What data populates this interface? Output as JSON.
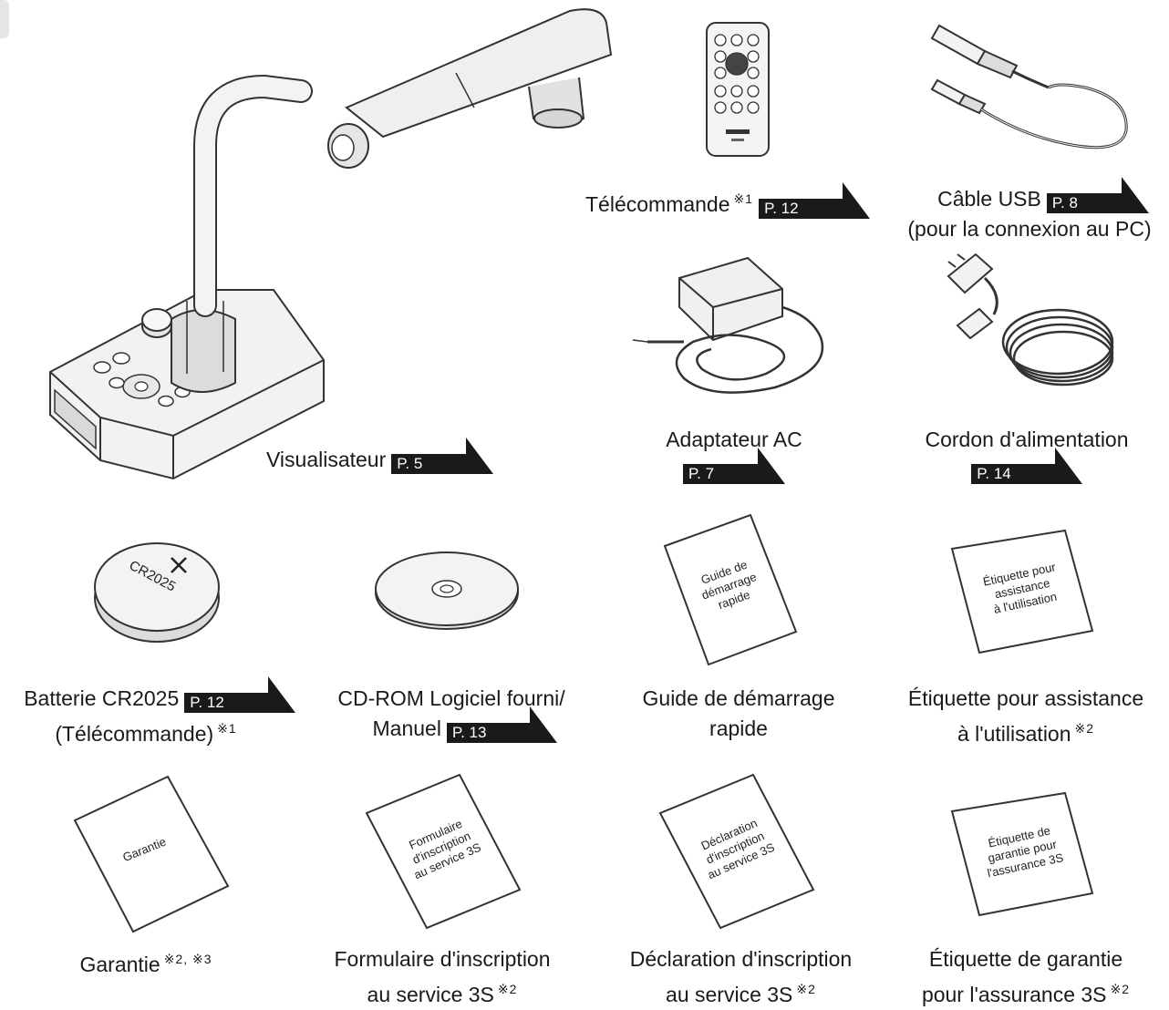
{
  "items": {
    "remote": {
      "label": "Télécommande",
      "mark": "※1",
      "ref": "P. 12"
    },
    "usb": {
      "label": "Câble USB",
      "ref": "P. 8",
      "sub": "(pour la connexion au PC)"
    },
    "visualizer": {
      "label": "Visualisateur",
      "ref": "P. 5"
    },
    "ac_adapter": {
      "label": "Adaptateur AC",
      "ref": "P. 7"
    },
    "power_cord": {
      "label": "Cordon d'alimentation",
      "ref": "P. 14"
    },
    "battery": {
      "label": "Batterie CR2025",
      "ref": "P. 12",
      "sub": "(Télécommande)",
      "mark": "※1",
      "print": "CR2025"
    },
    "cdrom": {
      "label": "CD-ROM Logiciel fourni/",
      "label2": "Manuel",
      "ref": "P. 13"
    },
    "quick_guide": {
      "label": "Guide de démarrage",
      "label2": "rapide",
      "doc": [
        "Guide de",
        "démarrage",
        "rapide"
      ]
    },
    "support_label": {
      "label": "Étiquette pour assistance",
      "label2": "à l'utilisation",
      "mark": "※2",
      "doc": [
        "Étiquette pour",
        "assistance",
        "à l'utilisation"
      ]
    },
    "warranty": {
      "label": "Garantie",
      "mark": "※2, ※3",
      "doc": [
        "Garantie"
      ]
    },
    "form3s": {
      "label": "Formulaire d'inscription",
      "label2": "au service 3S",
      "mark": "※2",
      "doc": [
        "Formulaire",
        "d'inscription",
        "au service 3S"
      ]
    },
    "decl3s": {
      "label": "Déclaration d'inscription",
      "label2": "au service 3S",
      "mark": "※2",
      "doc": [
        "Déclaration",
        "d'inscription",
        "au service 3S"
      ]
    },
    "guarantee3s": {
      "label": "Étiquette de garantie",
      "label2": "pour l'assurance 3S",
      "mark": "※2",
      "doc": [
        "Étiquette de",
        "garantie pour",
        "l'assurance 3S"
      ]
    }
  }
}
